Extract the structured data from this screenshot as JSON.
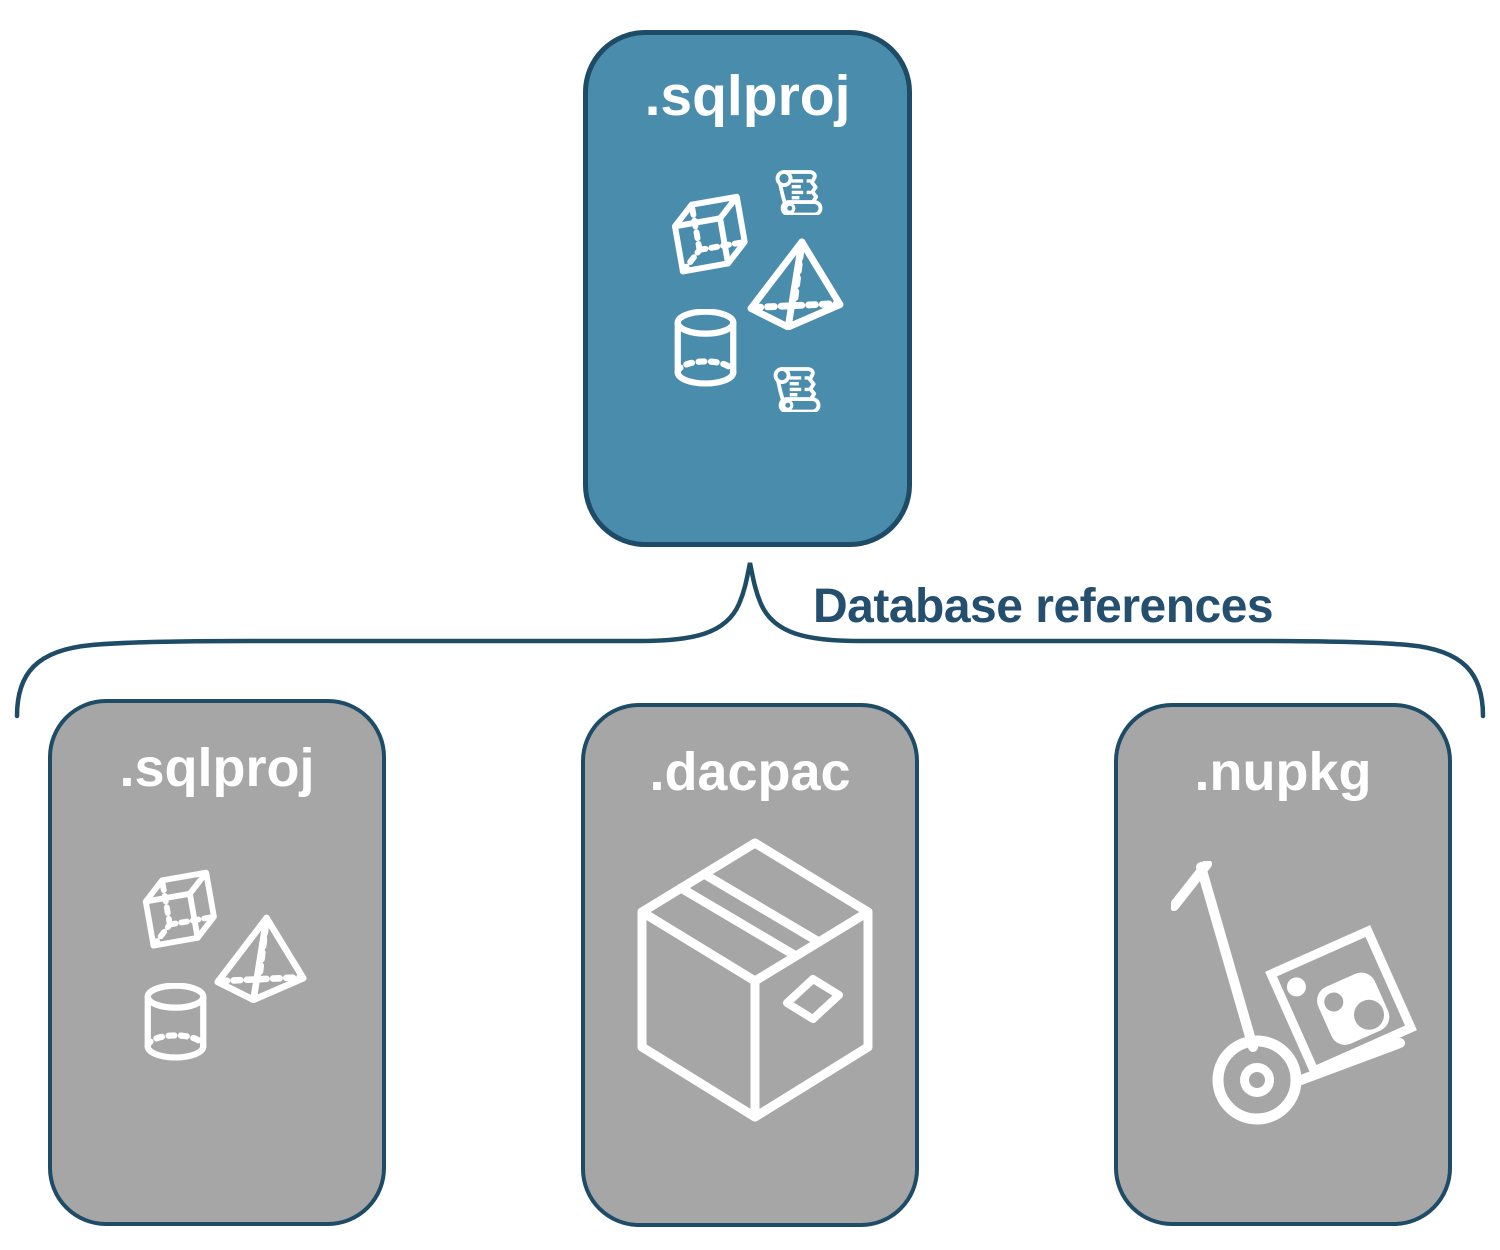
{
  "diagram": {
    "parent": {
      "label": ".sqlproj",
      "icon": "sql-objects-icon"
    },
    "connector": {
      "label": "Database references",
      "type": "curly-brace"
    },
    "references": [
      {
        "label": ".sqlproj",
        "icon": "sql-objects-icon"
      },
      {
        "label": ".dacpac",
        "icon": "package-box-icon"
      },
      {
        "label": ".nupkg",
        "icon": "nuget-hand-truck-icon"
      }
    ],
    "colors": {
      "parent_fill": "#4A8CAC",
      "reference_fill": "#A6A6A6",
      "outline": "#1E4C66",
      "connector_text": "#254F6F",
      "icon_stroke": "#FFFFFF",
      "background": "#FFFFFF"
    }
  }
}
